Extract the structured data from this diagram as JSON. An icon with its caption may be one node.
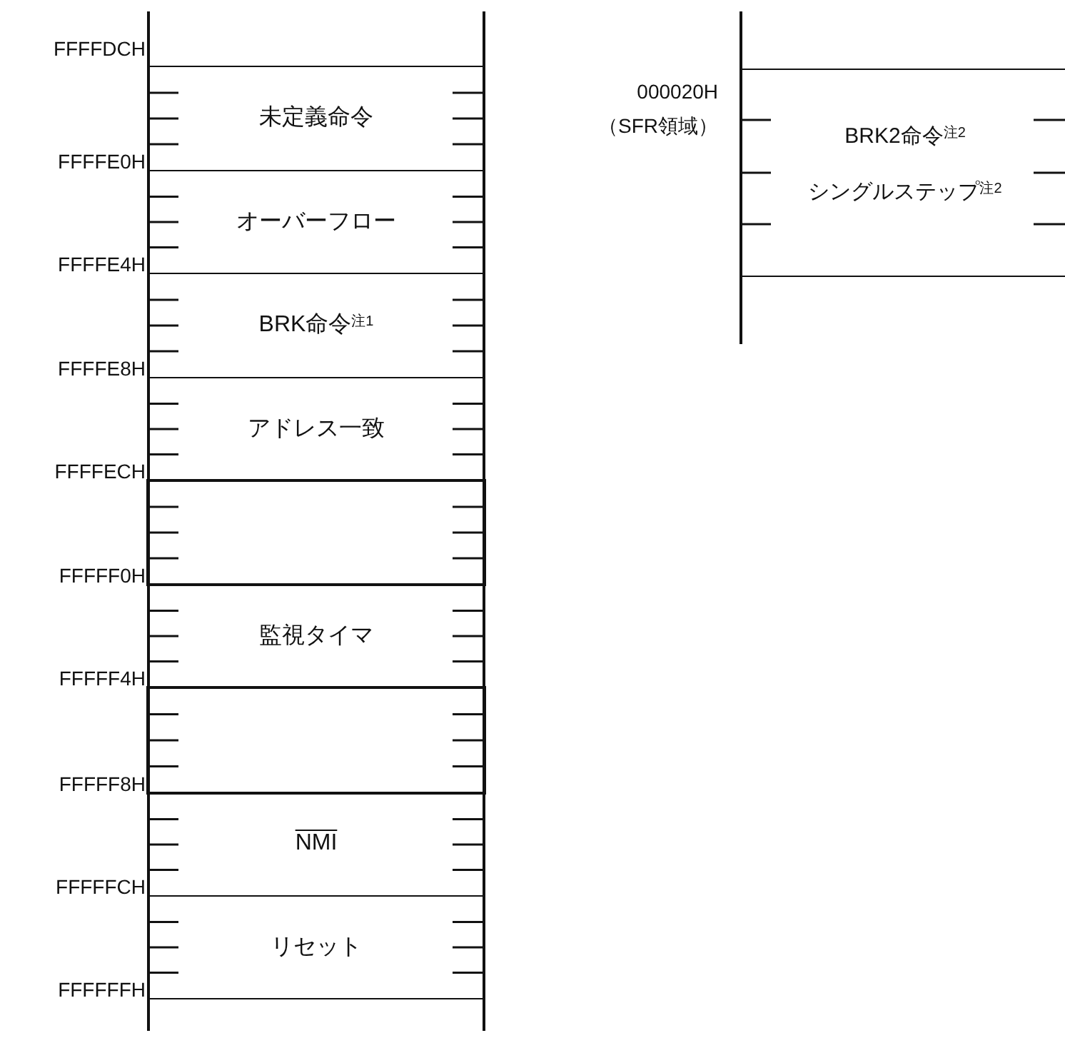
{
  "diagram": {
    "nodes": [
      {
        "text": [
          "未定義命令"
        ]
      },
      {
        "text": [
          "オーバーフロー"
        ]
      },
      {
        "text": [
          "BRK命令$^{注1}$"
        ]
      },
      {
        "text": [
          "アドレス一致"
        ]
      },
      {
        "text": [],
        "shape": "box"
      },
      {
        "text": [
          "監視タイマ"
        ]
      },
      {
        "text": [],
        "shape": "box"
      },
      {
        "text": [
          "NMI"
        ]
      },
      {
        "text": [
          "リセット"
        ]
      },
      {
        "text": [
          "BRK2命令$^{注2}$",
          "シングルステップ$^{注2}$"
        ]
      }
    ],
    "labels": [
      "FFFFDCH",
      "000020H",
      "（SFR領域）",
      "FFFFE0H",
      "FFFFE4H",
      "FFFFE8H",
      "FFFFECH",
      "FFFFF0H",
      "FFFFF4H",
      "FFFFF8H",
      "FFFFFCH",
      "FFFFFFH"
    ]
  }
}
